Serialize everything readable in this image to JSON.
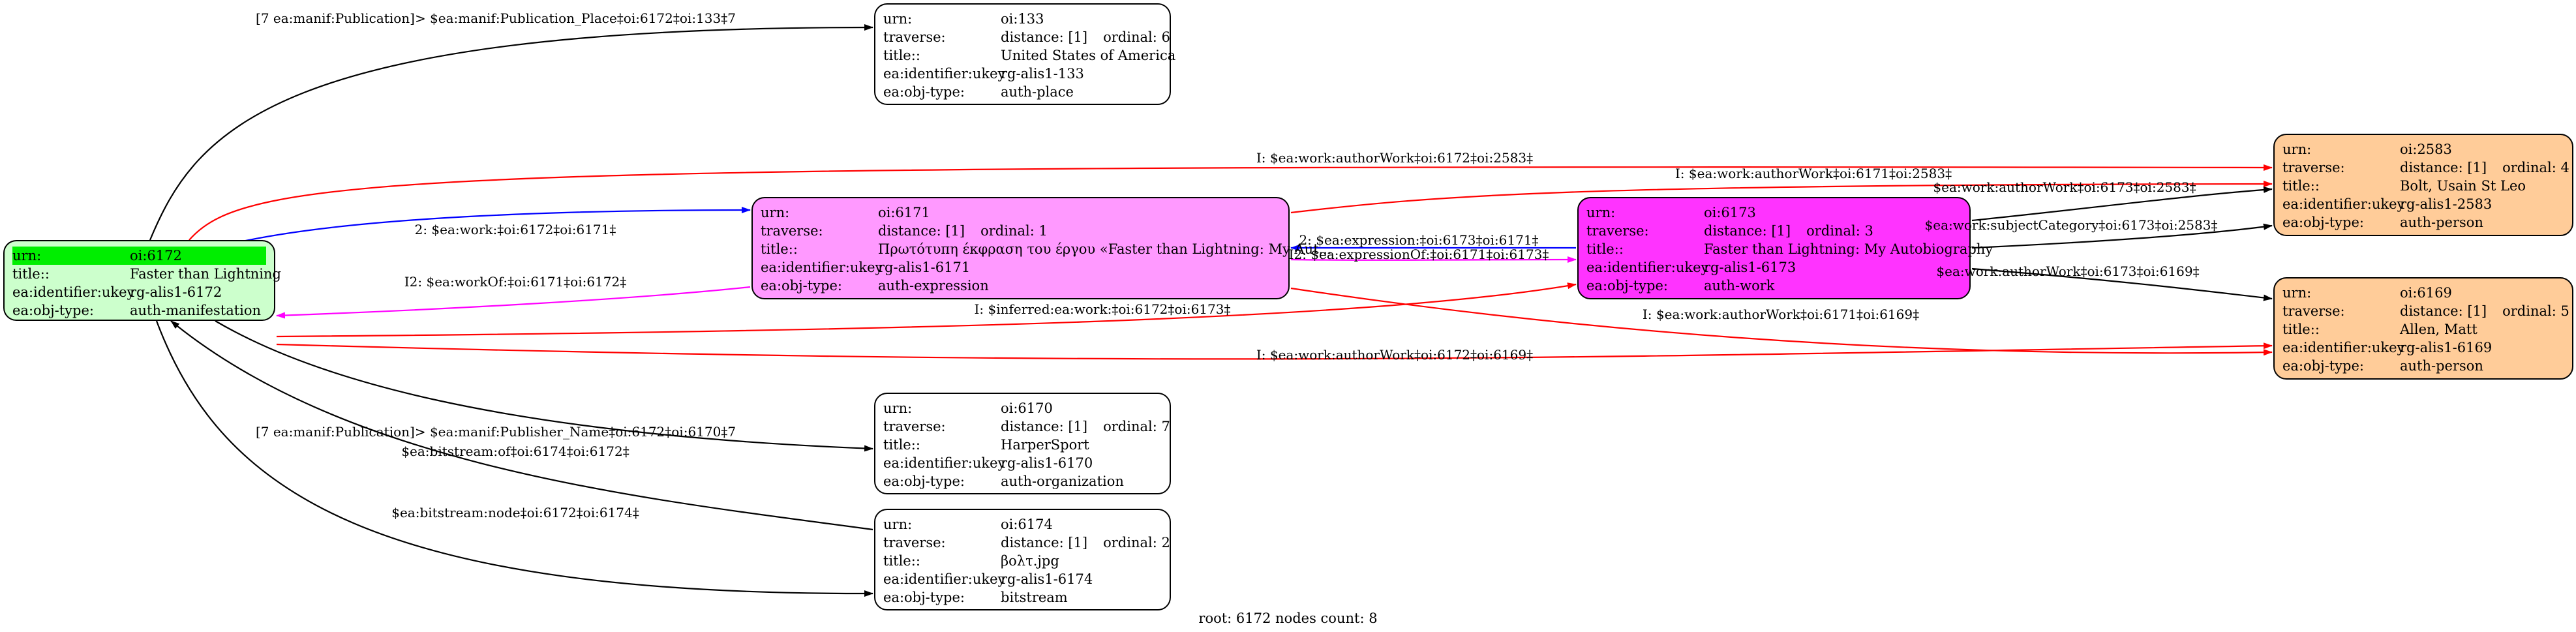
{
  "footer": "root: 6172 nodes count: 8",
  "colors": {
    "manifestation_fill": "#ccffcc",
    "urn_highlight": "#00ee00",
    "expression_fill": "#ff99ff",
    "work_fill": "#ff33ff",
    "person_fill": "#ffcc99",
    "default_fill": "#ffffff",
    "edge_black": "#000000",
    "edge_red": "#ff0000",
    "edge_blue": "#0000ff",
    "edge_magenta": "#ff00ff"
  },
  "nodes": [
    {
      "id": "oi:6172",
      "fill": "#ccffcc",
      "rows": [
        {
          "key": "urn:",
          "value": "oi:6172",
          "highlight": true
        },
        {
          "key": "title::",
          "value": "Faster than Lightning"
        },
        {
          "key": "ea:identifier:ukey",
          "value": "rg-alis1-6172"
        },
        {
          "key": "ea:obj-type:",
          "value": "auth-manifestation"
        }
      ]
    },
    {
      "id": "oi:133",
      "fill": "#ffffff",
      "rows": [
        {
          "key": "urn:",
          "value": "oi:133"
        },
        {
          "key": "traverse:",
          "value": "distance: [1]",
          "extra": "ordinal: 6"
        },
        {
          "key": "title::",
          "value": "United States of America"
        },
        {
          "key": "ea:identifier:ukey",
          "value": "rg-alis1-133"
        },
        {
          "key": "ea:obj-type:",
          "value": "auth-place"
        }
      ]
    },
    {
      "id": "oi:6171",
      "fill": "#ff99ff",
      "rows": [
        {
          "key": "urn:",
          "value": "oi:6171"
        },
        {
          "key": "traverse:",
          "value": "distance: [1]",
          "extra": "ordinal: 1"
        },
        {
          "key": "title::",
          "value": "Πρωτότυπη έκφραση του έργου «Faster than Lightning: My Aut..."
        },
        {
          "key": "ea:identifier:ukey",
          "value": "rg-alis1-6171"
        },
        {
          "key": "ea:obj-type:",
          "value": "auth-expression"
        }
      ]
    },
    {
      "id": "oi:6173",
      "fill": "#ff33ff",
      "rows": [
        {
          "key": "urn:",
          "value": "oi:6173"
        },
        {
          "key": "traverse:",
          "value": "distance: [1]",
          "extra": "ordinal: 3"
        },
        {
          "key": "title::",
          "value": "Faster than Lightning: My Autobiography"
        },
        {
          "key": "ea:identifier:ukey",
          "value": "rg-alis1-6173"
        },
        {
          "key": "ea:obj-type:",
          "value": "auth-work"
        }
      ]
    },
    {
      "id": "oi:2583",
      "fill": "#ffcc99",
      "rows": [
        {
          "key": "urn:",
          "value": "oi:2583"
        },
        {
          "key": "traverse:",
          "value": "distance: [1]",
          "extra": "ordinal: 4"
        },
        {
          "key": "title::",
          "value": "Bolt, Usain St Leo"
        },
        {
          "key": "ea:identifier:ukey",
          "value": "rg-alis1-2583"
        },
        {
          "key": "ea:obj-type:",
          "value": "auth-person"
        }
      ]
    },
    {
      "id": "oi:6169",
      "fill": "#ffcc99",
      "rows": [
        {
          "key": "urn:",
          "value": "oi:6169"
        },
        {
          "key": "traverse:",
          "value": "distance: [1]",
          "extra": "ordinal: 5"
        },
        {
          "key": "title::",
          "value": "Allen, Matt"
        },
        {
          "key": "ea:identifier:ukey",
          "value": "rg-alis1-6169"
        },
        {
          "key": "ea:obj-type:",
          "value": "auth-person"
        }
      ]
    },
    {
      "id": "oi:6170",
      "fill": "#ffffff",
      "rows": [
        {
          "key": "urn:",
          "value": "oi:6170"
        },
        {
          "key": "traverse:",
          "value": "distance: [1]",
          "extra": "ordinal: 7"
        },
        {
          "key": "title::",
          "value": "HarperSport"
        },
        {
          "key": "ea:identifier:ukey",
          "value": "rg-alis1-6170"
        },
        {
          "key": "ea:obj-type:",
          "value": "auth-organization"
        }
      ]
    },
    {
      "id": "oi:6174",
      "fill": "#ffffff",
      "rows": [
        {
          "key": "urn:",
          "value": "oi:6174"
        },
        {
          "key": "traverse:",
          "value": "distance: [1]",
          "extra": "ordinal: 2"
        },
        {
          "key": "title::",
          "value": "βολτ.jpg"
        },
        {
          "key": "ea:identifier:ukey",
          "value": "rg-alis1-6174"
        },
        {
          "key": "ea:obj-type:",
          "value": "bitstream"
        }
      ]
    }
  ],
  "edges": [
    {
      "from": "oi:6172",
      "to": "oi:133",
      "label": "[7 ea:manif:Publication]> $ea:manif:Publication_Place‡oi:6172‡oi:133‡7",
      "color": "#000000"
    },
    {
      "from": "oi:6172",
      "to": "oi:2583",
      "label": "I: $ea:work:authorWork‡oi:6172‡oi:2583‡",
      "color": "#ff0000"
    },
    {
      "from": "oi:6172",
      "to": "oi:6171",
      "label": "2: $ea:work:‡oi:6172‡oi:6171‡",
      "color": "#0000ff"
    },
    {
      "from": "oi:6171",
      "to": "oi:6172",
      "label": "I2: $ea:workOf:‡oi:6171‡oi:6172‡",
      "color": "#ff00ff"
    },
    {
      "from": "oi:6172",
      "to": "oi:6173",
      "label": "I: $inferred:ea:work:‡oi:6172‡oi:6173‡",
      "color": "#ff0000"
    },
    {
      "from": "oi:6172",
      "to": "oi:6169",
      "label": "I: $ea:work:authorWork‡oi:6172‡oi:6169‡",
      "color": "#ff0000"
    },
    {
      "from": "oi:6172",
      "to": "oi:6170",
      "label": "[7 ea:manif:Publication]> $ea:manif:Publisher_Name‡oi:6172‡oi:6170‡7",
      "color": "#000000"
    },
    {
      "from": "oi:6174",
      "to": "oi:6172",
      "label": "$ea:bitstream:of‡oi:6174‡oi:6172‡",
      "color": "#000000"
    },
    {
      "from": "oi:6172",
      "to": "oi:6174",
      "label": "$ea:bitstream:node‡oi:6172‡oi:6174‡",
      "color": "#000000"
    },
    {
      "from": "oi:6171",
      "to": "oi:2583",
      "label": "I: $ea:work:authorWork‡oi:6171‡oi:2583‡",
      "color": "#ff0000"
    },
    {
      "from": "oi:6173",
      "to": "oi:6171",
      "label": "2: $ea:expression:‡oi:6173‡oi:6171‡",
      "color": "#0000ff"
    },
    {
      "from": "oi:6171",
      "to": "oi:6173",
      "label": "I2: $ea:expressionOf:‡oi:6171‡oi:6173‡",
      "color": "#ff00ff"
    },
    {
      "from": "oi:6171",
      "to": "oi:6169",
      "label": "I: $ea:work:authorWork‡oi:6171‡oi:6169‡",
      "color": "#ff0000"
    },
    {
      "from": "oi:6173",
      "to": "oi:2583",
      "label": "$ea:work:authorWork‡oi:6173‡oi:2583‡",
      "color": "#000000"
    },
    {
      "from": "oi:6173",
      "to": "oi:2583",
      "label": "$ea:work:subjectCategory‡oi:6173‡oi:2583‡",
      "color": "#000000"
    },
    {
      "from": "oi:6173",
      "to": "oi:6169",
      "label": "$ea:work:authorWork‡oi:6173‡oi:6169‡",
      "color": "#000000"
    }
  ]
}
